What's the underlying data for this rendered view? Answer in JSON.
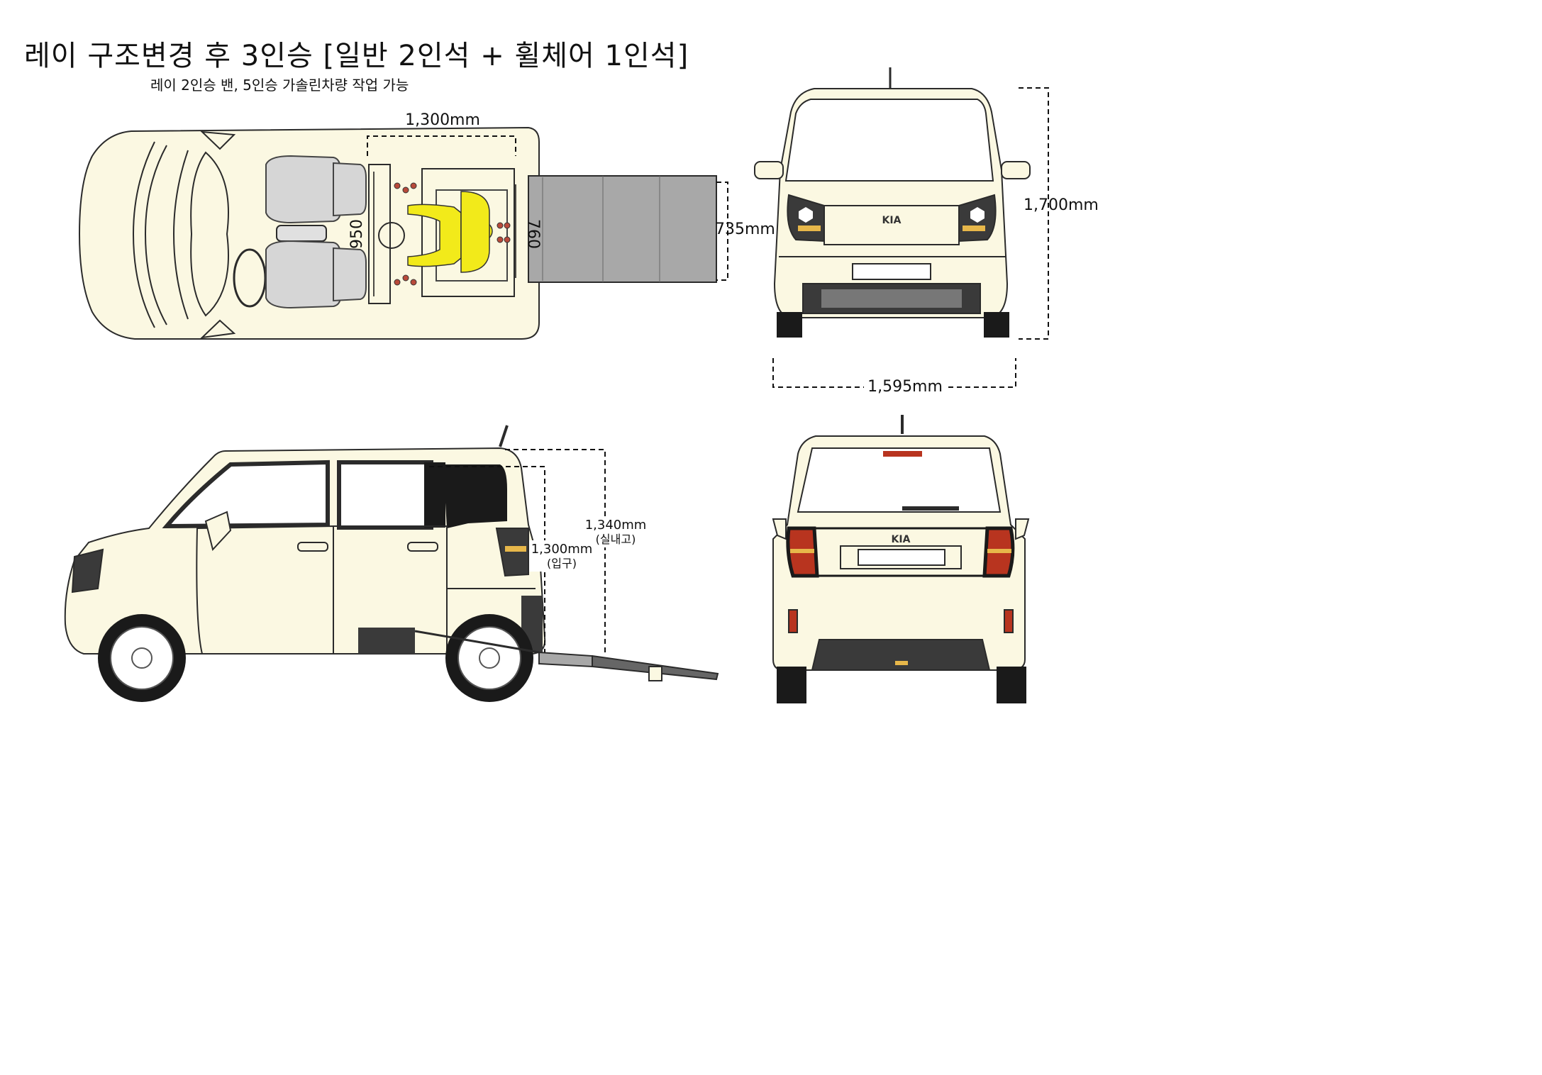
{
  "title": "레이 구조변경 후 3인승 [일반 2인석 + 휠체어 1인석]",
  "subtitle": "레이 2인승 밴, 5인승 가솔린차량 작업 가능",
  "dimensions": {
    "floor_length": "1,300mm",
    "interior_width": "950",
    "wheelchair_width": "760",
    "ramp_width": "735mm",
    "vehicle_height": "1,700mm",
    "vehicle_width": "1,595mm",
    "interior_height": "1,340mm",
    "interior_height_note": "(실내고)",
    "entry_height": "1,300mm",
    "entry_height_note": "(입구)"
  },
  "colors": {
    "body": "#fbf8e2",
    "outline": "#2b2b2b",
    "window": "#ffffff",
    "trim": "#3a3a3a",
    "ramp": "#a8a8a8",
    "seat": "#d6d6d6",
    "occupant": "#f2ea1a",
    "taillight": "#b8341f",
    "turn_signal": "#e7b74a"
  },
  "views": [
    "top-view",
    "front-view",
    "side-view",
    "rear-view"
  ]
}
